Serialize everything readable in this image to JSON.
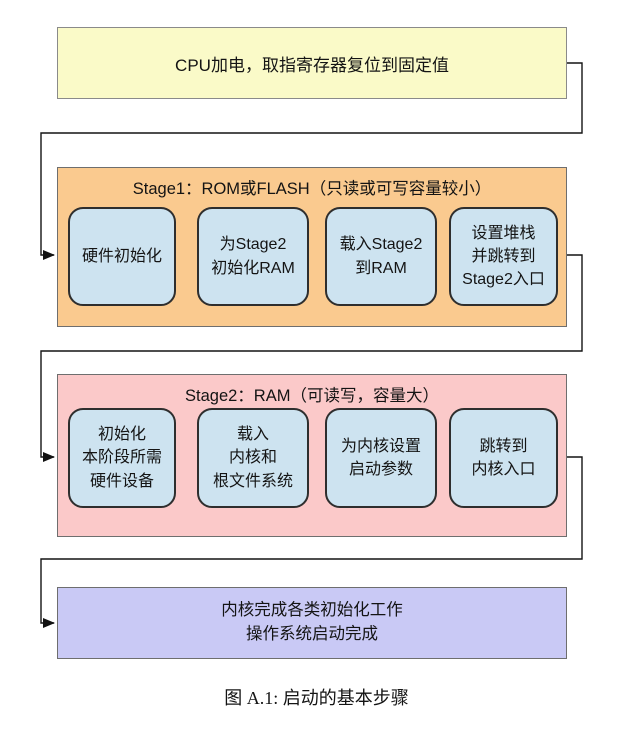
{
  "diagram": {
    "start": {
      "label": "CPU加电，取指寄存器复位到固定值"
    },
    "stage1": {
      "title": "Stage1：ROM或FLASH（只读或可写容量较小）",
      "steps": [
        {
          "label": "硬件初始化"
        },
        {
          "label": "为Stage2\n初始化RAM"
        },
        {
          "label": "载入Stage2\n到RAM"
        },
        {
          "label": "设置堆栈\n并跳转到\nStage2入口"
        }
      ]
    },
    "stage2": {
      "title": "Stage2：RAM（可读写，容量大）",
      "steps": [
        {
          "label": "初始化\n本阶段所需\n硬件设备"
        },
        {
          "label": "载入\n内核和\n根文件系统"
        },
        {
          "label": "为内核设置\n启动参数"
        },
        {
          "label": "跳转到\n内核入口"
        }
      ]
    },
    "end": {
      "label": "内核完成各类初始化工作\n操作系统启动完成"
    },
    "caption": "图 A.1: 启动的基本步骤",
    "colors": {
      "start_fill": "#fafac8",
      "stage1_fill": "#faca8f",
      "stage2_fill": "#fbc9c9",
      "step_fill": "#cde3f0",
      "end_fill": "#c9c9f5",
      "line": "#141414"
    }
  }
}
